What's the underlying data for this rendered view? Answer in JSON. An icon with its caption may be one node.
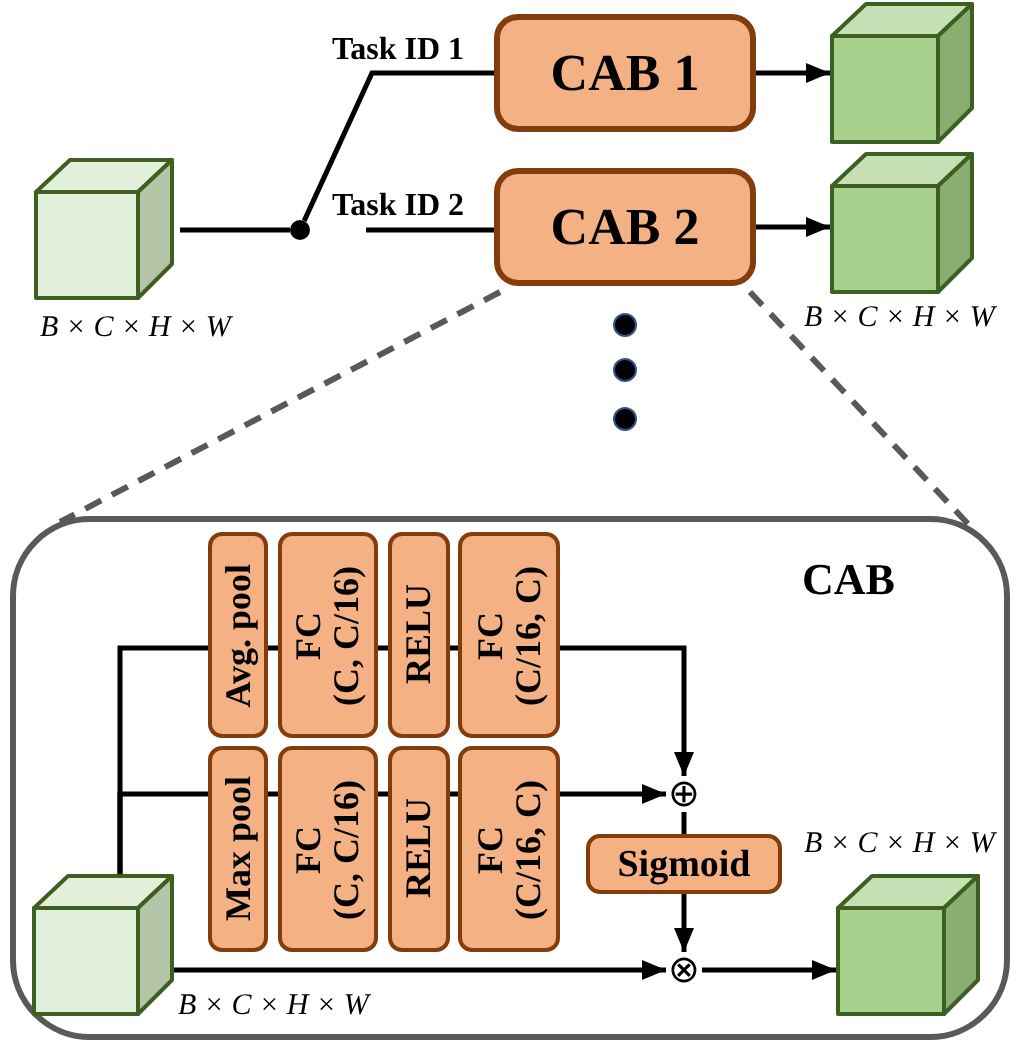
{
  "diagram": {
    "nodes": [
      {
        "text": [],
        "shape": "cube",
        "beside": [
          "B × C × H × W"
        ]
      },
      {
        "text": [],
        "shape": "circle"
      },
      {
        "text": [
          "CAB 1"
        ]
      },
      {
        "text": [
          "CAB 2"
        ]
      },
      {
        "text": [],
        "shape": "cube"
      },
      {
        "text": [],
        "shape": "cube",
        "beside": [
          "B × C × H × W"
        ]
      },
      {
        "text": [
          "CAB"
        ]
      },
      {
        "text": [],
        "shape": "cube",
        "in": 6,
        "beside": [
          "B × C × H × W"
        ]
      },
      {
        "text": [
          "Avg. pool"
        ],
        "in": 6
      },
      {
        "text": [
          "FC (C, C/16)"
        ],
        "in": 6
      },
      {
        "text": [
          "RELU"
        ],
        "in": 6
      },
      {
        "text": [
          "FC (C/16, C)"
        ],
        "in": 6
      },
      {
        "text": [
          "Max pool"
        ],
        "in": 6
      },
      {
        "text": [
          "FC (C, C/16)"
        ],
        "in": 6
      },
      {
        "text": [
          "RELU"
        ],
        "in": 6
      },
      {
        "text": [
          "FC (C/16, C)"
        ],
        "in": 6
      },
      {
        "text": [
          "⊕"
        ],
        "in": 6
      },
      {
        "text": [
          "Sigmoid"
        ],
        "in": 6
      },
      {
        "text": [
          "⊗"
        ],
        "in": 6
      },
      {
        "text": [],
        "shape": "cube",
        "in": 6,
        "beside": [
          "B × C × H × W"
        ]
      }
    ],
    "edges": [
      {
        "from": 0,
        "to": 1,
        "arrow": "none"
      },
      {
        "from": 1,
        "to": 2,
        "arrow": "none",
        "label": "Task ID 1"
      },
      {
        "from": null,
        "to": 3,
        "arrow": "none",
        "label": "Task ID 2"
      },
      {
        "from": 2,
        "to": 4,
        "arrow": "to"
      },
      {
        "from": 3,
        "to": 5,
        "arrow": "to"
      },
      {
        "from": 3,
        "to": 6,
        "arrow": "none",
        "style": "dashed",
        "color": "#595959"
      },
      {
        "from": 3,
        "to": 6,
        "arrow": "none",
        "style": "dashed",
        "color": "#595959"
      },
      {
        "from": 7,
        "to": 8,
        "arrow": "none"
      },
      {
        "from": 7,
        "to": 12,
        "arrow": "none"
      },
      {
        "from": 8,
        "to": 9,
        "arrow": "none"
      },
      {
        "from": 9,
        "to": 10,
        "arrow": "none"
      },
      {
        "from": 10,
        "to": 11,
        "arrow": "none"
      },
      {
        "from": 12,
        "to": 13,
        "arrow": "none"
      },
      {
        "from": 13,
        "to": 14,
        "arrow": "none"
      },
      {
        "from": 14,
        "to": 15,
        "arrow": "none"
      },
      {
        "from": 11,
        "to": 16,
        "arrow": "to"
      },
      {
        "from": 15,
        "to": 16,
        "arrow": "to"
      },
      {
        "from": 16,
        "to": 17,
        "arrow": "none"
      },
      {
        "from": 17,
        "to": 18,
        "arrow": "to"
      },
      {
        "from": 7,
        "to": 18,
        "arrow": "to"
      },
      {
        "from": 18,
        "to": 19,
        "arrow": "to"
      }
    ]
  }
}
